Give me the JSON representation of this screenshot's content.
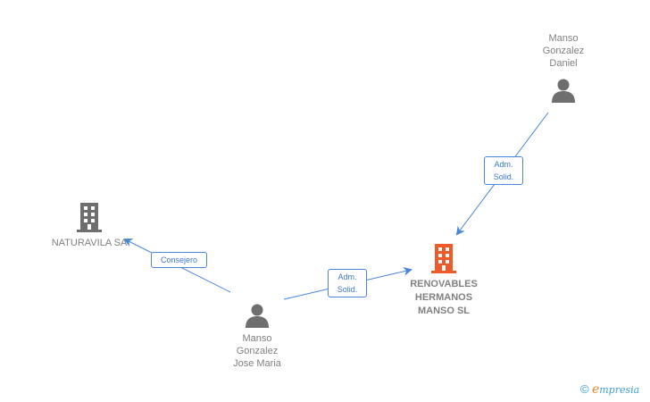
{
  "nodes": {
    "daniel": {
      "type": "person",
      "lines": [
        "Manso",
        "Gonzalez",
        "Daniel"
      ]
    },
    "jose_maria": {
      "type": "person",
      "lines": [
        "Manso",
        "Gonzalez",
        "Jose Maria"
      ]
    },
    "naturavila": {
      "type": "company",
      "lines": [
        "NATURAVILA SA"
      ]
    },
    "renovables": {
      "type": "company",
      "highlight": true,
      "lines": [
        "RENOVABLES",
        "HERMANOS",
        "MANSO SL"
      ]
    }
  },
  "edges": [
    {
      "from": "daniel",
      "to": "renovables",
      "label_lines": [
        "Adm.",
        "Solid."
      ]
    },
    {
      "from": "jose_maria",
      "to": "renovables",
      "label_lines": [
        "Adm.",
        "Solid."
      ]
    },
    {
      "from": "jose_maria",
      "to": "naturavila",
      "label_lines": [
        "Consejero"
      ]
    }
  ],
  "footer": {
    "copyright": "©",
    "brand_initial": "e",
    "brand_rest": "mpresia"
  },
  "colors": {
    "edge": "#4a86d8",
    "person_icon": "#6e6e6e",
    "company_icon": "#6e6e6e",
    "highlight_company_icon": "#f05a28"
  }
}
